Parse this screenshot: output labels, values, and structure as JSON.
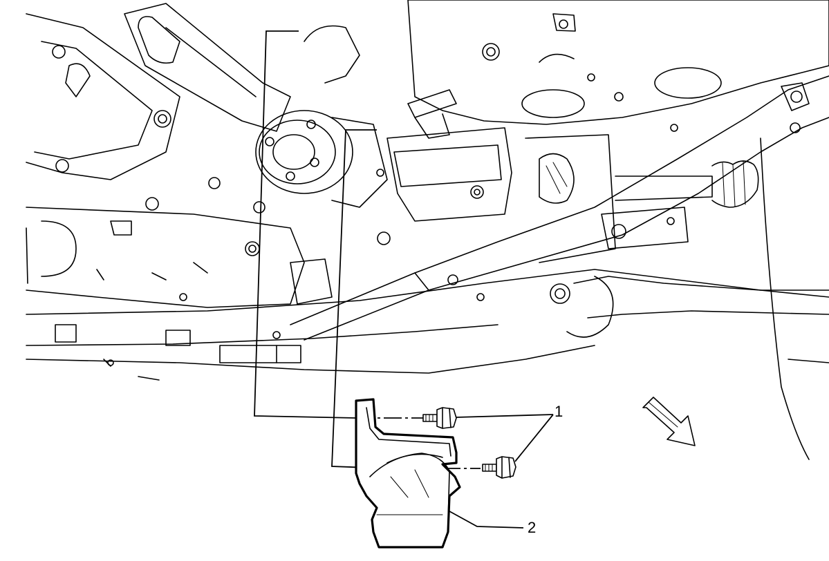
{
  "diagram": {
    "callouts": [
      {
        "id": "1",
        "label": "1",
        "part": "bolts"
      },
      {
        "id": "2",
        "label": "2",
        "part": "shield"
      }
    ],
    "direction_arrow": "arrow-icon"
  }
}
